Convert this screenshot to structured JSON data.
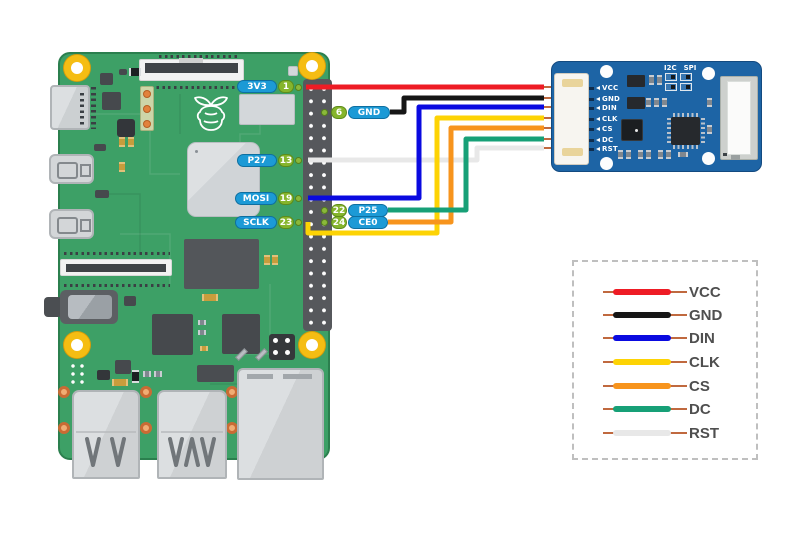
{
  "pi": {
    "board_color": "#3da066",
    "label_blue": "#1c9ad6",
    "label_green": "#86b52c",
    "gpio_labels": [
      {
        "name": "3V3",
        "pin": "1"
      },
      {
        "name": "GND",
        "pin": "6"
      },
      {
        "name": "P27",
        "pin": "13"
      },
      {
        "name": "MOSI",
        "pin": "19"
      },
      {
        "name": "P25",
        "pin": "22"
      },
      {
        "name": "SCLK",
        "pin": "23"
      },
      {
        "name": "CE0",
        "pin": "24"
      }
    ]
  },
  "module": {
    "board_color": "#1d64a5",
    "pins": [
      "VCC",
      "GND",
      "DIN",
      "CLK",
      "CS",
      "DC",
      "RST"
    ],
    "jumper_labels": [
      "I2C",
      "SPI"
    ]
  },
  "wires": [
    {
      "signal": "VCC",
      "color": "#ee1c25"
    },
    {
      "signal": "GND",
      "color": "#161616"
    },
    {
      "signal": "DIN",
      "color": "#0a0ae0"
    },
    {
      "signal": "CLK",
      "color": "#fdd304"
    },
    {
      "signal": "CS",
      "color": "#f7941d"
    },
    {
      "signal": "DC",
      "color": "#17a077"
    },
    {
      "signal": "RST",
      "color": "#e8e8e8"
    }
  ],
  "legend": {
    "lead_color": "#c0693f",
    "items": [
      {
        "label": "VCC",
        "color": "#ee1c25"
      },
      {
        "label": "GND",
        "color": "#161616"
      },
      {
        "label": "DIN",
        "color": "#0a0ae0"
      },
      {
        "label": "CLK",
        "color": "#fdd304"
      },
      {
        "label": "CS",
        "color": "#f7941d"
      },
      {
        "label": "DC",
        "color": "#17a077"
      },
      {
        "label": "RST",
        "color": "#e8e8e8"
      }
    ]
  }
}
